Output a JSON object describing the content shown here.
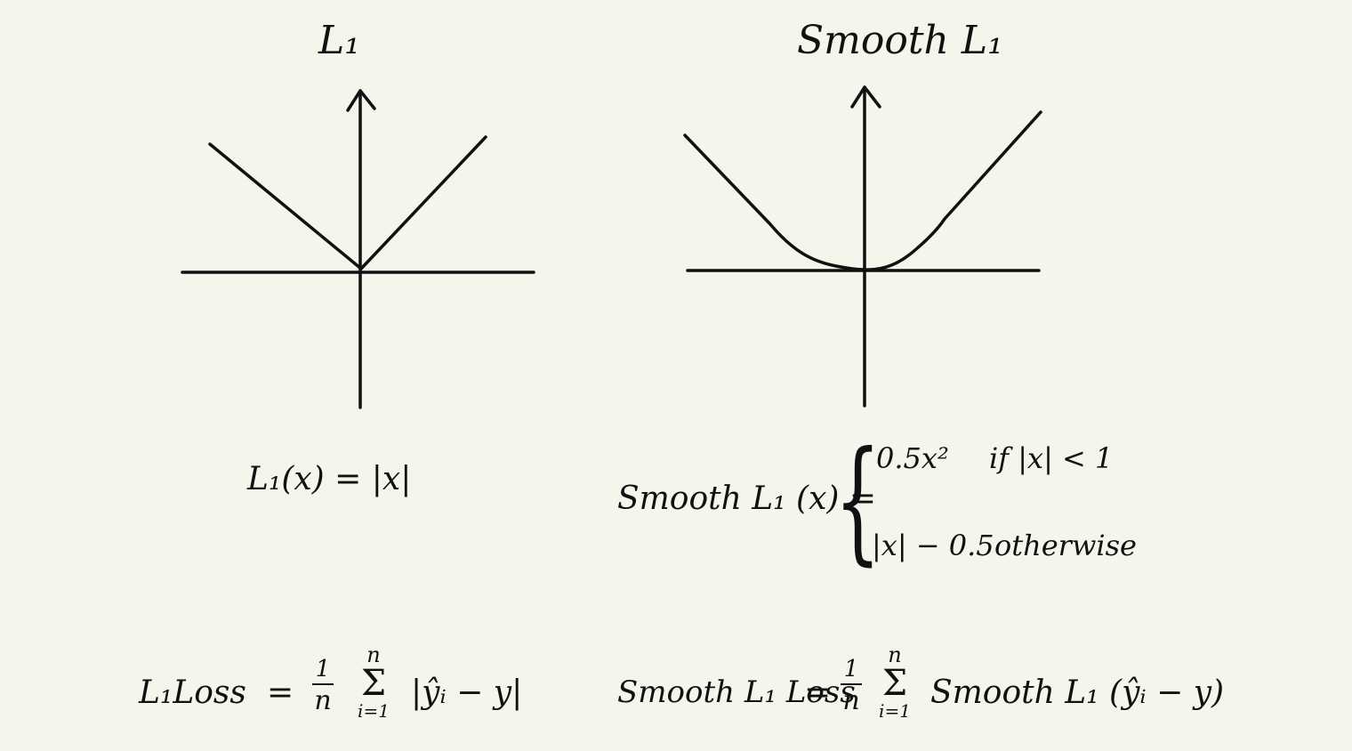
{
  "left_panel": {
    "title": "L₁",
    "formula": "L₁(x) =  |x|",
    "loss": {
      "lhs": "L₁Loss",
      "equals": "=",
      "frac_num": "1",
      "frac_den": "n",
      "sum_top": "n",
      "sum_symbol": "Σ",
      "sum_bottom": "i=1",
      "body": "|ŷᵢ − y|"
    }
  },
  "right_panel": {
    "title": "Smooth L₁",
    "formula_lhs": "Smooth L₁ (x) =",
    "cases": [
      {
        "expr": "0.5x²",
        "cond": "if |x| < 1"
      },
      {
        "expr": "|x| − 0.5",
        "cond": "otherwise"
      }
    ],
    "loss": {
      "lhs": "Smooth L₁ Loss",
      "equals": "=",
      "frac_num": "1",
      "frac_den": "n",
      "sum_top": "n",
      "sum_symbol": "Σ",
      "sum_bottom": "i=1",
      "body": "Smooth L₁ (ŷᵢ − y)"
    }
  }
}
